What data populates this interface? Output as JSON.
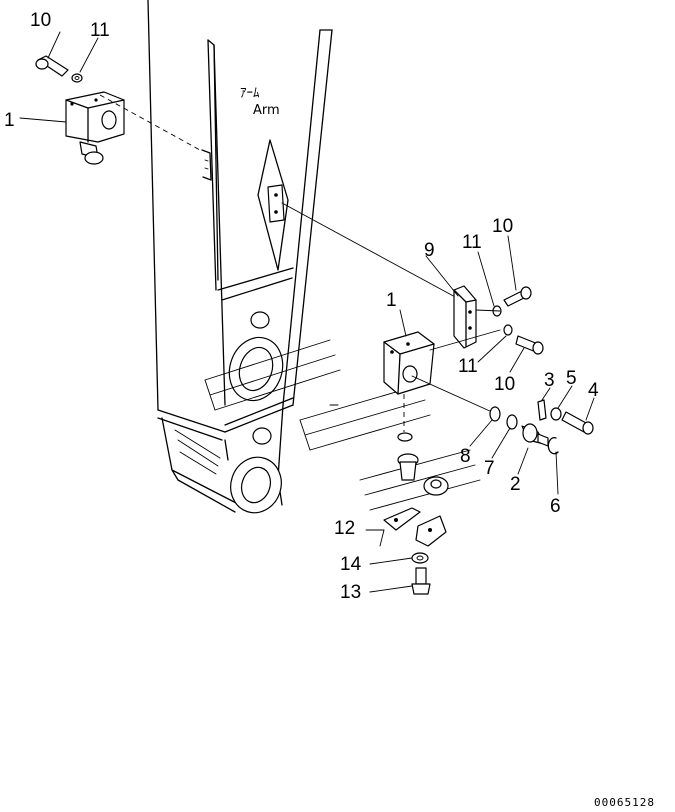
{
  "arm_label": {
    "jp": "ｱｰﾑ",
    "en": "Arm"
  },
  "callouts": [
    {
      "id": "c10a",
      "text": "10"
    },
    {
      "id": "c11a",
      "text": "11"
    },
    {
      "id": "c1a",
      "text": "1"
    },
    {
      "id": "c10b",
      "text": "10"
    },
    {
      "id": "c9",
      "text": "9"
    },
    {
      "id": "c11b",
      "text": "11"
    },
    {
      "id": "c1b",
      "text": "1"
    },
    {
      "id": "c11c",
      "text": "11"
    },
    {
      "id": "c10c",
      "text": "10"
    },
    {
      "id": "c3",
      "text": "3"
    },
    {
      "id": "c5",
      "text": "5"
    },
    {
      "id": "c4",
      "text": "4"
    },
    {
      "id": "c8",
      "text": "8"
    },
    {
      "id": "c7",
      "text": "7"
    },
    {
      "id": "c2",
      "text": "2"
    },
    {
      "id": "c6",
      "text": "6"
    },
    {
      "id": "c12",
      "text": "12"
    },
    {
      "id": "c14",
      "text": "14"
    },
    {
      "id": "c13",
      "text": "13"
    }
  ],
  "drawing_code": "00065128"
}
